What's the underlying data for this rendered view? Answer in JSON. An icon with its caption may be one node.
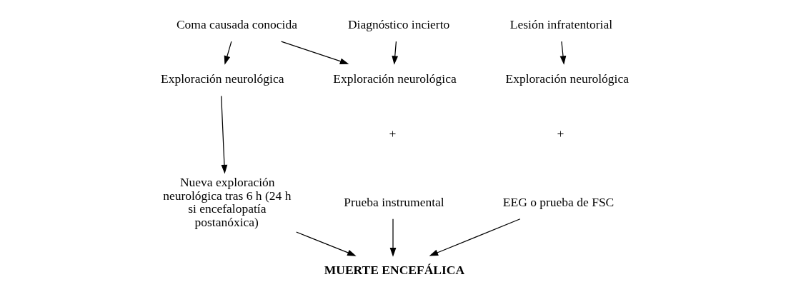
{
  "diagram": {
    "nodes": [
      {
        "text": [
          "Coma causada conocida"
        ]
      },
      {
        "text": [
          "Diagnóstico incierto"
        ]
      },
      {
        "text": [
          "Lesión infratentorial"
        ]
      },
      {
        "text": [
          "Exploración neurológica"
        ]
      },
      {
        "text": [
          "Exploración neurológica"
        ]
      },
      {
        "text": [
          "Exploración neurológica"
        ]
      },
      {
        "text": [
          "Nueva exploración neurológica tras 6 h (24 h si encefalopatía postanóxica)"
        ]
      },
      {
        "text": [
          "Prueba instrumental"
        ]
      },
      {
        "text": [
          "EEG o prueba de FSC"
        ]
      },
      {
        "text": [
          "MUERTE ENCEFÁLICA"
        ]
      }
    ],
    "edges": [
      {
        "from": 0,
        "to": 3,
        "arrow": "to"
      },
      {
        "from": 0,
        "to": 4,
        "arrow": "to"
      },
      {
        "from": 1,
        "to": 4,
        "arrow": "to"
      },
      {
        "from": 2,
        "to": 5,
        "arrow": "to"
      },
      {
        "from": 3,
        "to": 6,
        "arrow": "to"
      },
      {
        "from": 6,
        "to": 9,
        "arrow": "to"
      },
      {
        "from": 7,
        "to": 9,
        "arrow": "to"
      },
      {
        "from": 8,
        "to": 9,
        "arrow": "to"
      }
    ],
    "labels": [
      "+",
      "+"
    ]
  }
}
